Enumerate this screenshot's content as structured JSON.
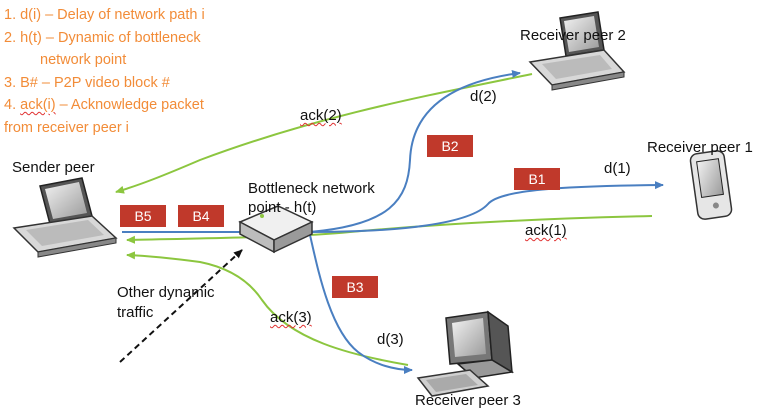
{
  "legend": {
    "line1": "1. d(i)    – Delay of network path i",
    "line2": "2. h(t) – Dynamic of bottleneck",
    "line2b": "network point",
    "line3": "3. B#    – P2P video block #",
    "line4_prefix": "4. ",
    "line4_ack": "ack(i)",
    "line4_suffix": " – Acknowledge packet",
    "line5": "from receiver peer i"
  },
  "nodes": {
    "sender": "Sender peer",
    "bottleneck_line1": "Bottleneck network",
    "bottleneck_line2": "point  - h(t)",
    "receiver1": "Receiver peer 1",
    "receiver2": "Receiver peer 2",
    "receiver3": "Receiver peer 3",
    "other_line1": "Other dynamic",
    "other_line2": "traffic"
  },
  "blocks": {
    "b1": "B1",
    "b2": "B2",
    "b3": "B3",
    "b4": "B4",
    "b5": "B5"
  },
  "delays": {
    "d1": "d(1)",
    "d2": "d(2)",
    "d3": "d(3)"
  },
  "acks": {
    "ack1": "ack(1)",
    "ack2": "ack(2)",
    "ack3": "ack(3)"
  },
  "colors": {
    "legend": "#f28c38",
    "block": "#c0392b",
    "data_path": "#4a7fc1",
    "ack_path": "#8cc63f"
  }
}
